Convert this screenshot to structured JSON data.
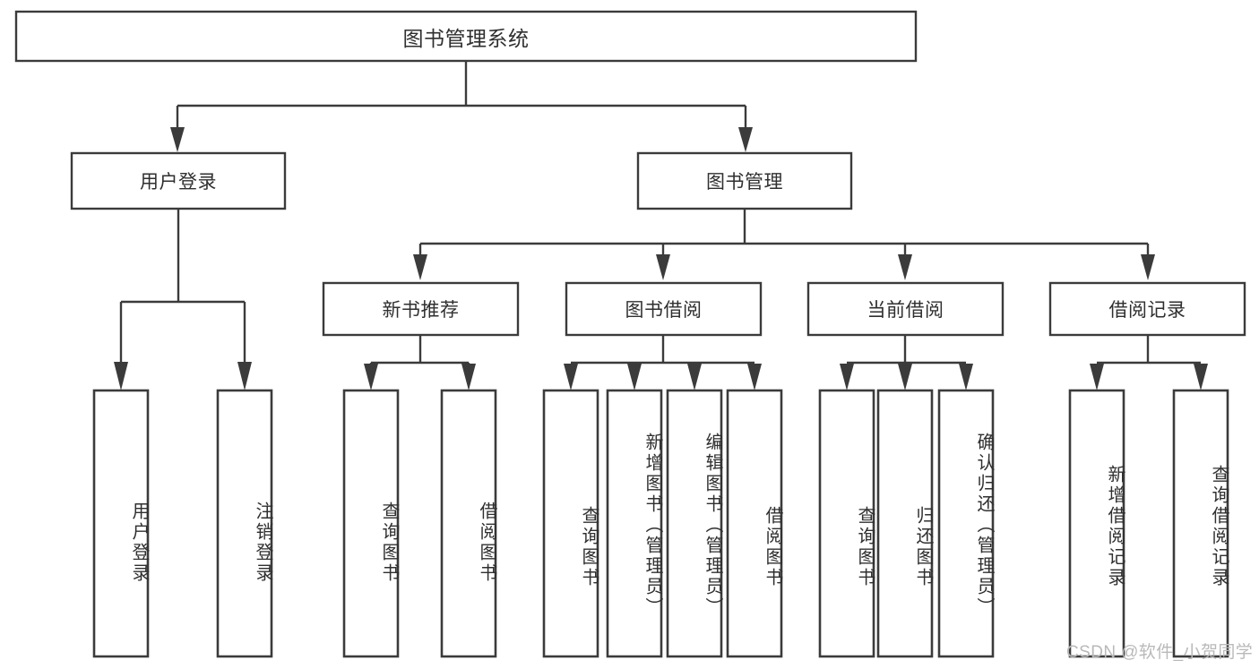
{
  "diagram": {
    "type": "tree-hierarchy",
    "title": "图书管理系统",
    "orientation": "top-down",
    "colors": {
      "box_stroke": "#3b3b3b",
      "box_fill": "#ffffff",
      "text": "#2f2f2f",
      "background": "#ffffff",
      "watermark": "#b9b9b9"
    },
    "root": {
      "id": "root",
      "label": "图书管理系统"
    },
    "level1": [
      {
        "id": "user-login",
        "label": "用户登录"
      },
      {
        "id": "book-management",
        "label": "图书管理"
      }
    ],
    "level2": [
      {
        "id": "new-book-recommend",
        "label": "新书推荐",
        "parent": "book-management"
      },
      {
        "id": "book-borrow",
        "label": "图书借阅",
        "parent": "book-management"
      },
      {
        "id": "current-borrow",
        "label": "当前借阅",
        "parent": "book-management"
      },
      {
        "id": "borrow-record",
        "label": "借阅记录",
        "parent": "book-management"
      }
    ],
    "leaves": {
      "user-login": [
        {
          "id": "leaf-user-login",
          "label": "用户登录"
        },
        {
          "id": "leaf-user-logout",
          "label": "注销登录"
        }
      ],
      "new-book-recommend": [
        {
          "id": "leaf-query-book-1",
          "label": "查询图书"
        },
        {
          "id": "leaf-borrow-book-1",
          "label": "借阅图书"
        }
      ],
      "book-borrow": [
        {
          "id": "leaf-query-book-2",
          "label": "查询图书"
        },
        {
          "id": "leaf-add-book",
          "label": "新增图书（管理员）"
        },
        {
          "id": "leaf-edit-book",
          "label": "编辑图书（管理员）"
        },
        {
          "id": "leaf-borrow-book-2",
          "label": "借阅图书"
        }
      ],
      "current-borrow": [
        {
          "id": "leaf-query-book-3",
          "label": "查询图书"
        },
        {
          "id": "leaf-return-book",
          "label": "归还图书"
        },
        {
          "id": "leaf-confirm-return",
          "label": "确认归还（管理员）"
        }
      ],
      "borrow-record": [
        {
          "id": "leaf-add-record",
          "label": "新增借阅记录"
        },
        {
          "id": "leaf-query-record",
          "label": "查询借阅记录"
        }
      ]
    },
    "watermark": "CSDN @软件_小贺同学"
  }
}
